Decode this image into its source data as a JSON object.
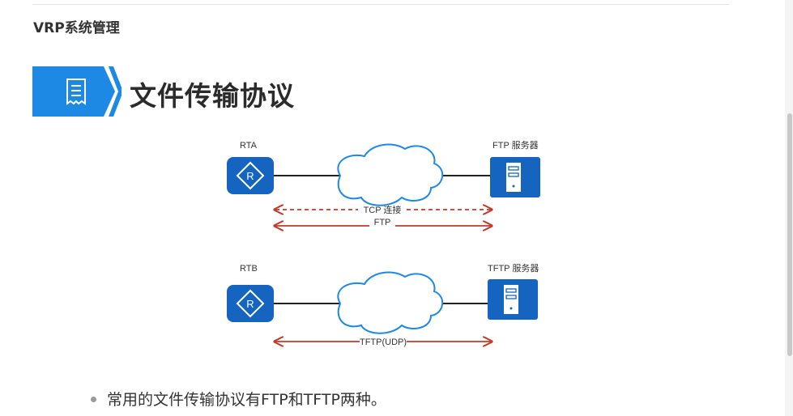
{
  "header": {
    "course_title": "VRP系统管理"
  },
  "slide": {
    "title": "文件传输协议"
  },
  "diagram": {
    "top": {
      "router_label": "RTA",
      "router_glyph": "R",
      "server_label": "FTP 服务器",
      "arrow_control_label": "TCP 连接",
      "arrow_data_label": "FTP"
    },
    "bottom": {
      "router_label": "RTB",
      "router_glyph": "R",
      "server_label": "TFTP 服务器",
      "arrow_data_label": "TFTP(UDP)"
    },
    "colors": {
      "device": "#1565c0",
      "arrow": "#c0392b",
      "accent": "#1e88e5"
    }
  },
  "bullets": [
    "常用的文件传输协议有FTP和TFTP两种。"
  ]
}
